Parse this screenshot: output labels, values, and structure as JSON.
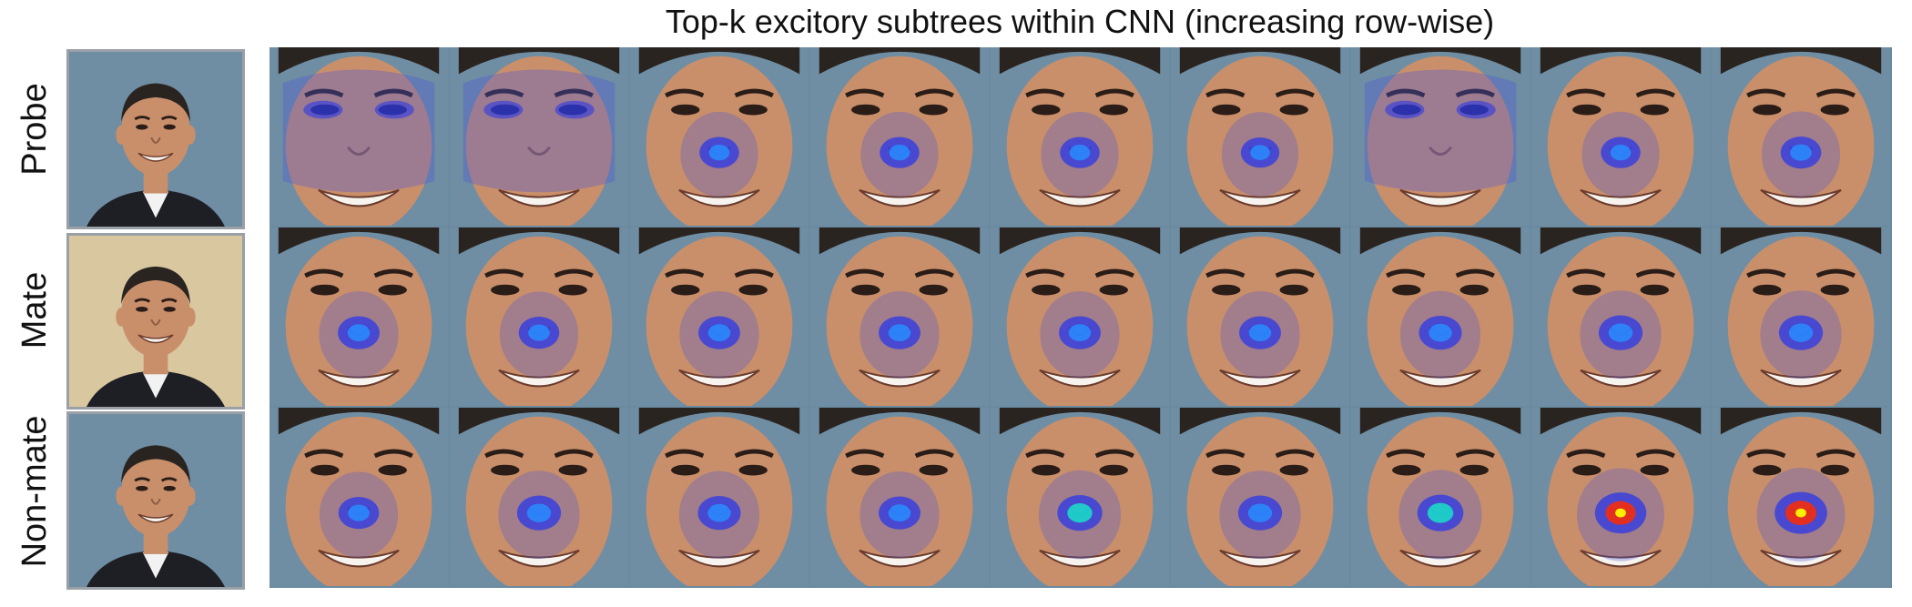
{
  "title": "Top-k excitory subtrees within CNN (increasing row-wise)",
  "row_labels": [
    "Probe",
    "Mate",
    "Non-mate"
  ],
  "grid": {
    "rows": 3,
    "columns": 9
  },
  "reference_images": [
    {
      "row": "Probe",
      "description": "face-photo"
    },
    {
      "row": "Mate",
      "description": "face-photo"
    },
    {
      "row": "Non-mate",
      "description": "face-photo"
    }
  ],
  "heatmap_levels": {
    "Probe": [
      0.25,
      0.25,
      0.35,
      0.35,
      0.35,
      0.3,
      0.3,
      0.35,
      0.4
    ],
    "Mate": [
      0.45,
      0.4,
      0.45,
      0.45,
      0.45,
      0.45,
      0.5,
      0.55,
      0.55
    ],
    "Non-mate": [
      0.4,
      0.55,
      0.5,
      0.45,
      0.6,
      0.55,
      0.65,
      0.9,
      0.95
    ]
  },
  "colors": {
    "background": "#ffffff",
    "tile_background": "#6a8aa0",
    "skin": "#c98f6b",
    "overlay": "#4a55d8"
  }
}
